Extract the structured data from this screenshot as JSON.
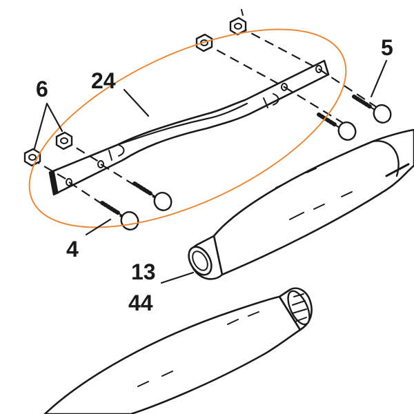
{
  "diagram": {
    "callouts": {
      "bracket": "24",
      "bolt_right": "5",
      "nuts_left": "6",
      "bolt_left": "4",
      "muffler_a": "13",
      "muffler_b": "44"
    },
    "colors": {
      "ink": "#1a1a1a",
      "highlight": "#e8893a",
      "background": "#ffffff"
    }
  }
}
